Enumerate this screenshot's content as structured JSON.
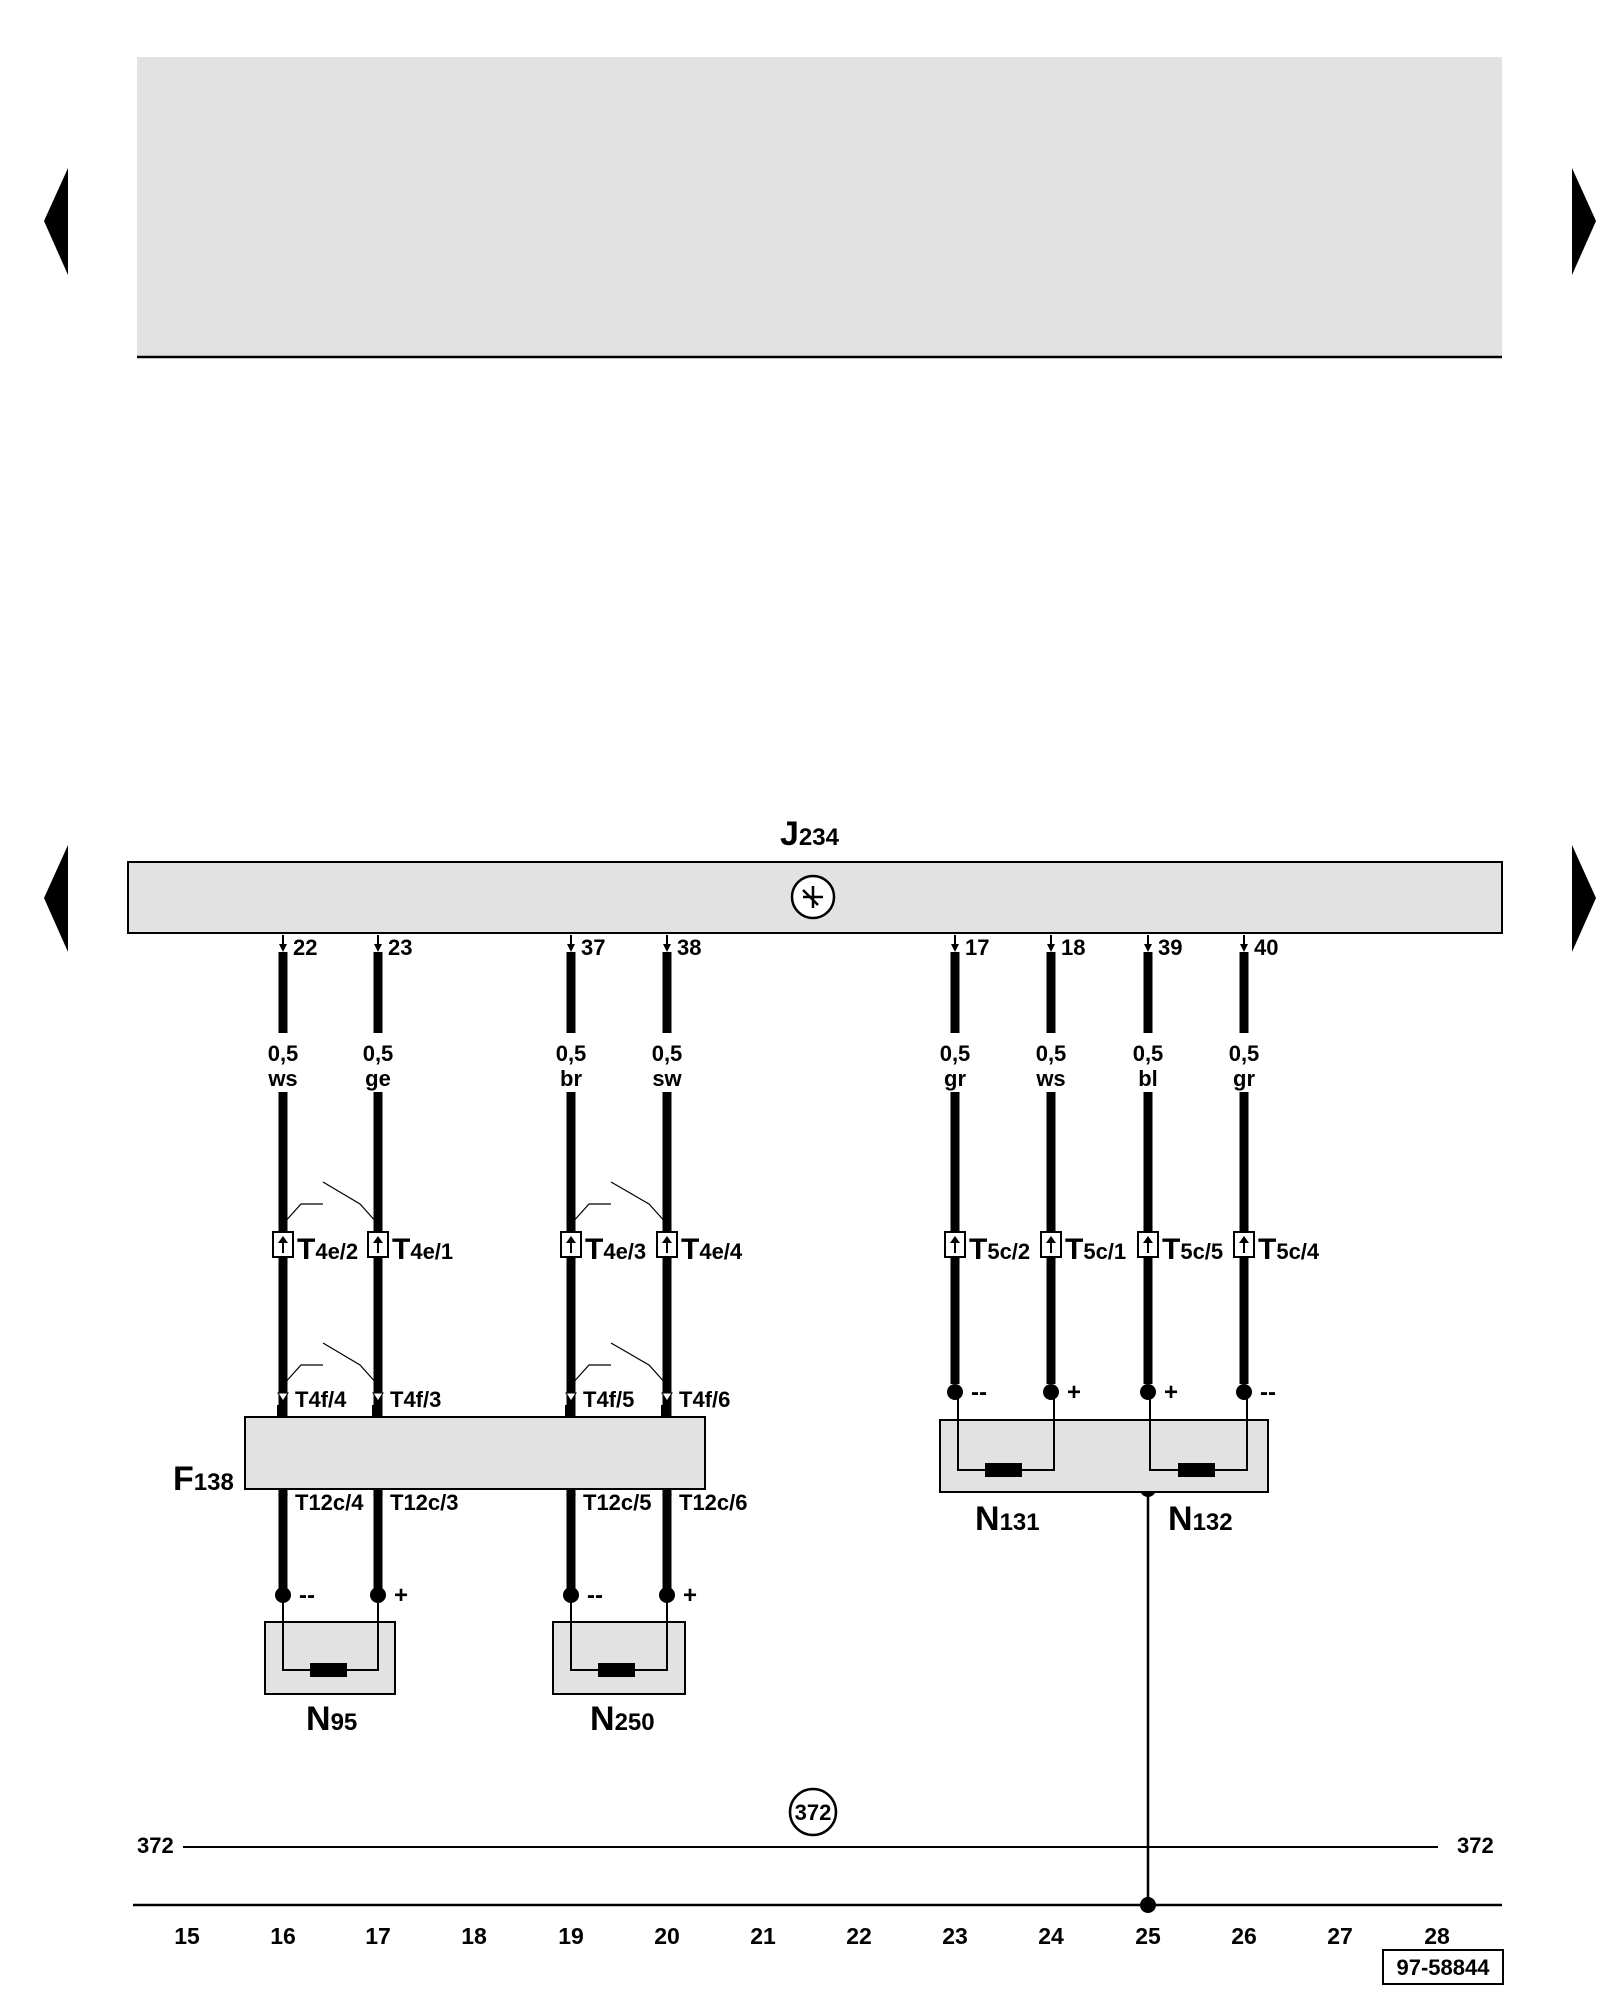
{
  "control_unit": {
    "name": "J",
    "sub": "234"
  },
  "columns": [
    {
      "id": "c1",
      "pin": "22",
      "gauge": "0,5",
      "color": "ws",
      "t4e_main": "T",
      "t4e_sub": "4e/2",
      "t4f": "T4f/4",
      "t12c": "T12c/4",
      "pol": "--"
    },
    {
      "id": "c2",
      "pin": "23",
      "gauge": "0,5",
      "color": "ge",
      "t4e_main": "T",
      "t4e_sub": "4e/1",
      "t4f": "T4f/3",
      "t12c": "T12c/3",
      "pol": "+"
    },
    {
      "id": "c3",
      "pin": "37",
      "gauge": "0,5",
      "color": "br",
      "t4e_main": "T",
      "t4e_sub": "4e/3",
      "t4f": "T4f/5",
      "t12c": "T12c/5",
      "pol": "--"
    },
    {
      "id": "c4",
      "pin": "38",
      "gauge": "0,5",
      "color": "sw",
      "t4e_main": "T",
      "t4e_sub": "4e/4",
      "t4f": "T4f/6",
      "t12c": "T12c/6",
      "pol": "+"
    },
    {
      "id": "c5",
      "pin": "17",
      "gauge": "0,5",
      "color": "gr",
      "t5c_main": "T",
      "t5c_sub": "5c/2",
      "pol": "--"
    },
    {
      "id": "c6",
      "pin": "18",
      "gauge": "0,5",
      "color": "ws",
      "t5c_main": "T",
      "t5c_sub": "5c/1",
      "pol": "+"
    },
    {
      "id": "c7",
      "pin": "39",
      "gauge": "0,5",
      "color": "bl",
      "t5c_main": "T",
      "t5c_sub": "5c/5",
      "pol": "+"
    },
    {
      "id": "c8",
      "pin": "40",
      "gauge": "0,5",
      "color": "gr",
      "t5c_main": "T",
      "t5c_sub": "5c/4",
      "pol": "--"
    }
  ],
  "components": {
    "f138": {
      "main": "F",
      "sub": "138"
    },
    "n95": {
      "main": "N",
      "sub": "95"
    },
    "n250": {
      "main": "N",
      "sub": "250"
    },
    "n131": {
      "main": "N",
      "sub": "131"
    },
    "n132": {
      "main": "N",
      "sub": "132"
    }
  },
  "ground": {
    "circle_label": "372",
    "left_label": "372",
    "right_label": "372"
  },
  "track_numbers": [
    "15",
    "16",
    "17",
    "18",
    "19",
    "20",
    "21",
    "22",
    "23",
    "24",
    "25",
    "26",
    "27",
    "28"
  ],
  "figure_id": "97-58844"
}
